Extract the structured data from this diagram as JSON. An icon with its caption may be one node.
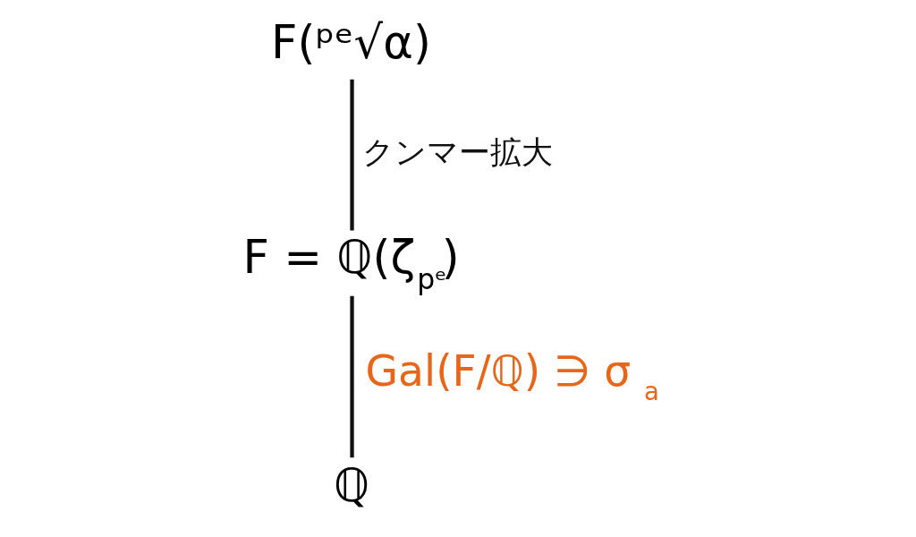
{
  "diagram": {
    "nodes": [
      {
        "text": [
          "F(ᵖᵉ√α)"
        ]
      },
      {
        "text": [
          "F = ℚ(ζ$_{pᵉ}$)"
        ]
      },
      {
        "text": [
          "ℚ"
        ]
      }
    ],
    "edges": [
      {
        "from": 0,
        "to": 1,
        "arrow": "none",
        "label": "クンマー拡大"
      },
      {
        "from": 1,
        "to": 2,
        "arrow": "none",
        "label": "Gal(F/ℚ) ∋ σ$_{a}$"
      }
    ]
  }
}
